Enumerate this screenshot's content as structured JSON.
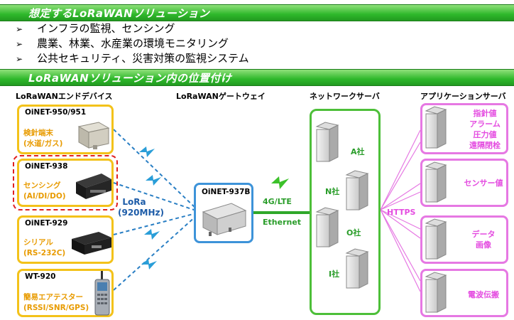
{
  "section1": {
    "title": "想定するLoRaWANソリューション"
  },
  "bullets": [
    "インフラの監視、センシング",
    "農業、林業、水産業の環境モニタリング",
    "公共セキュリティ、災害対策の監視システム"
  ],
  "bullet_glyph": "➢",
  "section2": {
    "title": "LoRaWANソリューション内の位置付け"
  },
  "columns": {
    "devices": "LoRaWANエンドデバイス",
    "gateway": "LoRaWANゲートウェイ",
    "network": "ネットワークサーバ",
    "apps": "アプリケーションサーバ"
  },
  "devices": [
    {
      "name": "OiNET-950/951",
      "desc1": "検針端末",
      "desc2": "(水道/ガス)"
    },
    {
      "name": "OiNET-938",
      "desc1": "センシング",
      "desc2": "(AI/DI/DO)"
    },
    {
      "name": "OiNET-929",
      "desc1": "シリアル",
      "desc2": "(RS-232C)"
    },
    {
      "name": "WT-920",
      "desc1": "簡易エアテスター",
      "desc2": "(RSSI/SNR/GPS)"
    }
  ],
  "lora": {
    "line1": "LoRa",
    "line2": "(920MHz)"
  },
  "gateway": {
    "name": "OiNET-937B"
  },
  "backhaul": {
    "line1": "4G/LTE",
    "line2": "Ethernet"
  },
  "companies": [
    "A社",
    "N社",
    "O社",
    "I社"
  ],
  "https": "HTTPS",
  "apps": [
    {
      "lines": [
        "指針値",
        "アラーム",
        "圧力値",
        "遠隔閉栓"
      ]
    },
    {
      "lines": [
        "センサー値"
      ]
    },
    {
      "lines": [
        "データ",
        "画像"
      ]
    },
    {
      "lines": [
        "電波伝搬"
      ]
    }
  ],
  "colors": {
    "band": "#2eb82b",
    "device_border": "#f3c21a",
    "gateway_border": "#3d93d9",
    "network_border": "#4dbf39",
    "app_border": "#e678e3",
    "wireless": "#2a9ed8",
    "highlight": "#e02020"
  }
}
